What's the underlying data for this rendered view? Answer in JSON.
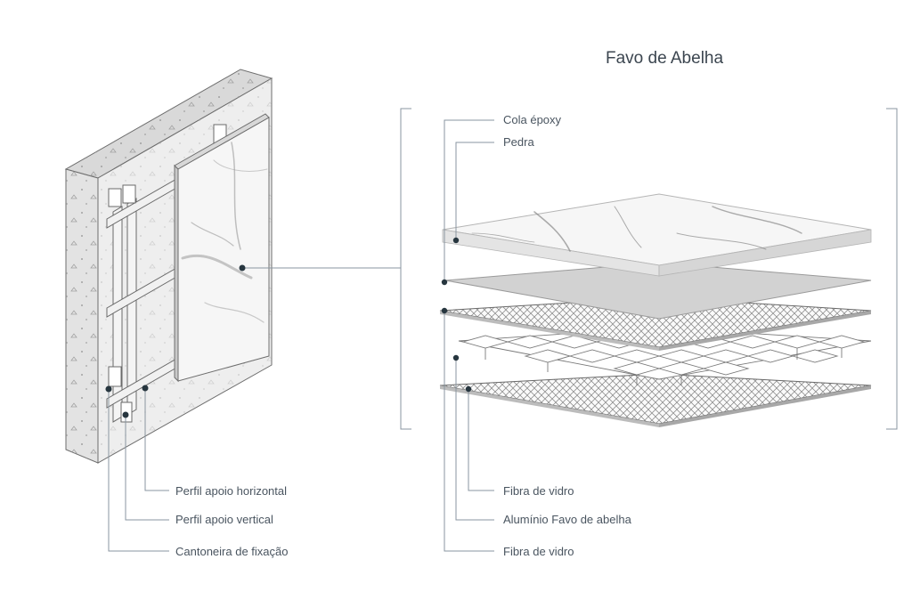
{
  "title": "Favo de Abelha",
  "left_labels": {
    "perfil_horizontal": "Perfil apoio horizontal",
    "perfil_vertical": "Perfil apoio vertical",
    "cantoneira": "Cantoneira  de fixação"
  },
  "layers": {
    "cola_epoxy": "Cola époxy",
    "pedra": "Pedra",
    "fibra_superior": "Fibra de vidro",
    "aluminio": "Alumínio Favo de abelha",
    "fibra_inferior": "Fibra de vidro"
  },
  "colors": {
    "concrete": "#e6e6e6",
    "marble": "#f6f6f6",
    "epoxy": "#d2d2d2",
    "leader": "#8a96a0",
    "dot": "#27363f",
    "text": "#4a5560"
  }
}
